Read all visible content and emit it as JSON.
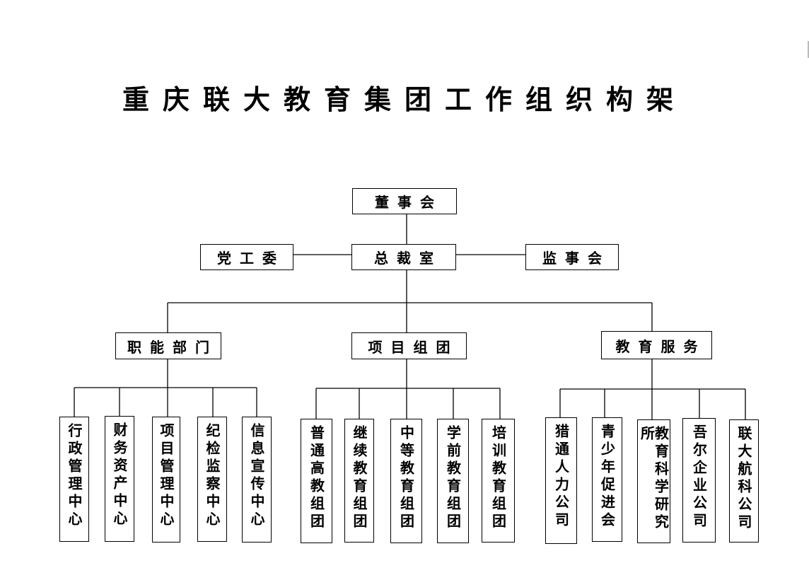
{
  "title": "重庆联大教育集团工作组织构架",
  "top": {
    "board": "董事会",
    "president_office": "总裁室",
    "party": "党工委",
    "supervisory": "监事会"
  },
  "divisions": [
    {
      "name": "职能部门",
      "children": [
        "行政管理中心",
        "财务资产中心",
        "项目管理中心",
        "纪检监察中心",
        "信息宣传中心"
      ]
    },
    {
      "name": "项目组团",
      "children": [
        "普通高教组团",
        "继续教育组团",
        "中等教育组团",
        "学前教育组团",
        "培训教育组团"
      ]
    },
    {
      "name": "教育服务",
      "children": [
        "猎通人力公司",
        "青少年促进会",
        "教育科学研究所",
        "吾尔企业公司",
        "联大航科公司"
      ]
    }
  ]
}
